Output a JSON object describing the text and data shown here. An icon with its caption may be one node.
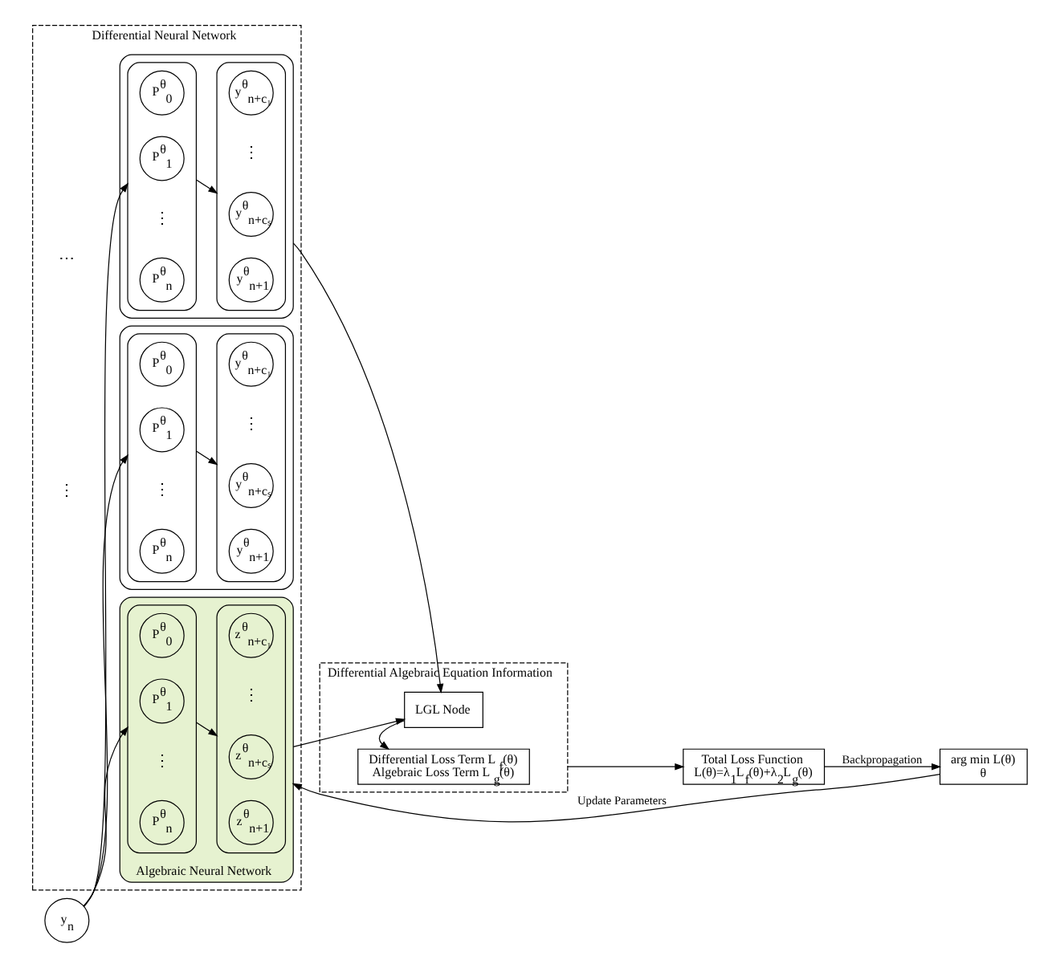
{
  "diagram": {
    "nodes": [
      {
        "text": [
          "Differential Neural Network"
        ]
      },
      {
        "text": [],
        "shape": "box",
        "in": 0
      },
      {
        "text": [],
        "shape": "box",
        "in": 1
      },
      {
        "text": [
          "P$^{θ}$$_{0}$"
        ],
        "in": 2
      },
      {
        "text": [
          "P$^{θ}$$_{1}$"
        ],
        "in": 2
      },
      {
        "text": [
          "P$^{θ}$$_{n}$"
        ],
        "in": 2
      },
      {
        "text": [],
        "shape": "box",
        "in": 1
      },
      {
        "text": [
          "y$^{θ}$$_{n+c₁}$"
        ],
        "in": 6
      },
      {
        "text": [
          "y$^{θ}$$_{n+cₛ}$"
        ],
        "in": 6
      },
      {
        "text": [
          "y$^{θ}$$_{n+1}$"
        ],
        "in": 6
      },
      {
        "text": [],
        "shape": "box",
        "in": 0
      },
      {
        "text": [],
        "shape": "box",
        "in": 10
      },
      {
        "text": [
          "P$^{θ}$$_{0}$"
        ],
        "in": 11
      },
      {
        "text": [
          "P$^{θ}$$_{1}$"
        ],
        "in": 11
      },
      {
        "text": [
          "P$^{θ}$$_{n}$"
        ],
        "in": 11
      },
      {
        "text": [],
        "shape": "box",
        "in": 10
      },
      {
        "text": [
          "y$^{θ}$$_{n+c₁}$"
        ],
        "in": 15
      },
      {
        "text": [
          "y$^{θ}$$_{n+cₛ}$"
        ],
        "in": 15
      },
      {
        "text": [
          "y$^{θ}$$_{n+1}$"
        ],
        "in": 15
      },
      {
        "text": [
          "Algebraic Neural Network"
        ],
        "in": 0
      },
      {
        "text": [],
        "shape": "box",
        "in": 19
      },
      {
        "text": [
          "P$^{θ}$$_{0}$"
        ],
        "in": 20
      },
      {
        "text": [
          "P$^{θ}$$_{1}$"
        ],
        "in": 20
      },
      {
        "text": [
          "P$^{θ}$$_{n}$"
        ],
        "in": 20
      },
      {
        "text": [],
        "shape": "box",
        "in": 19
      },
      {
        "text": [
          "z$^{θ}$$_{n+c₁}$"
        ],
        "in": 24
      },
      {
        "text": [
          "z$^{θ}$$_{n+cₛ}$"
        ],
        "in": 24
      },
      {
        "text": [
          "z$^{θ}$$_{n+1}$"
        ],
        "in": 24
      },
      {
        "text": [
          "y$_{n}$"
        ]
      },
      {
        "text": [
          "Differential Algebraic Equation Information"
        ]
      },
      {
        "text": [
          "LGL Node"
        ],
        "in": 29
      },
      {
        "text": [
          "Differential Loss Term L$_{f}$(θ)",
          "Algebraic Loss Term L$_{g}$(θ)"
        ],
        "in": 29
      },
      {
        "text": [
          "Total Loss Function",
          "L(θ)=λ$_{1}$L$_{f}$(θ)+λ$_{2}$L$_{g}$(θ)"
        ]
      },
      {
        "text": [
          "arg min L(θ)",
          "θ"
        ]
      }
    ],
    "edges": [
      {
        "from": 28,
        "to": 2,
        "arrow": "to"
      },
      {
        "from": 28,
        "to": 11,
        "arrow": "to"
      },
      {
        "from": 28,
        "to": 20,
        "arrow": "to"
      },
      {
        "from": 2,
        "to": 6,
        "arrow": "to"
      },
      {
        "from": 11,
        "to": 15,
        "arrow": "to"
      },
      {
        "from": 20,
        "to": 24,
        "arrow": "to"
      },
      {
        "from": 1,
        "to": 30,
        "arrow": "to"
      },
      {
        "from": 19,
        "to": 30,
        "arrow": "to"
      },
      {
        "from": 30,
        "to": 31,
        "arrow": "to"
      },
      {
        "from": 29,
        "to": 32,
        "arrow": "to"
      },
      {
        "from": 32,
        "to": 33,
        "label": "Backpropagation",
        "arrow": "to"
      },
      {
        "from": 33,
        "to": 19,
        "label": "Update Parameters",
        "arrow": "to"
      }
    ],
    "labels": [
      "⋮",
      "⋮",
      "⋯",
      "⋮",
      "⋮",
      "⋮",
      "⋮",
      "⋮"
    ]
  }
}
